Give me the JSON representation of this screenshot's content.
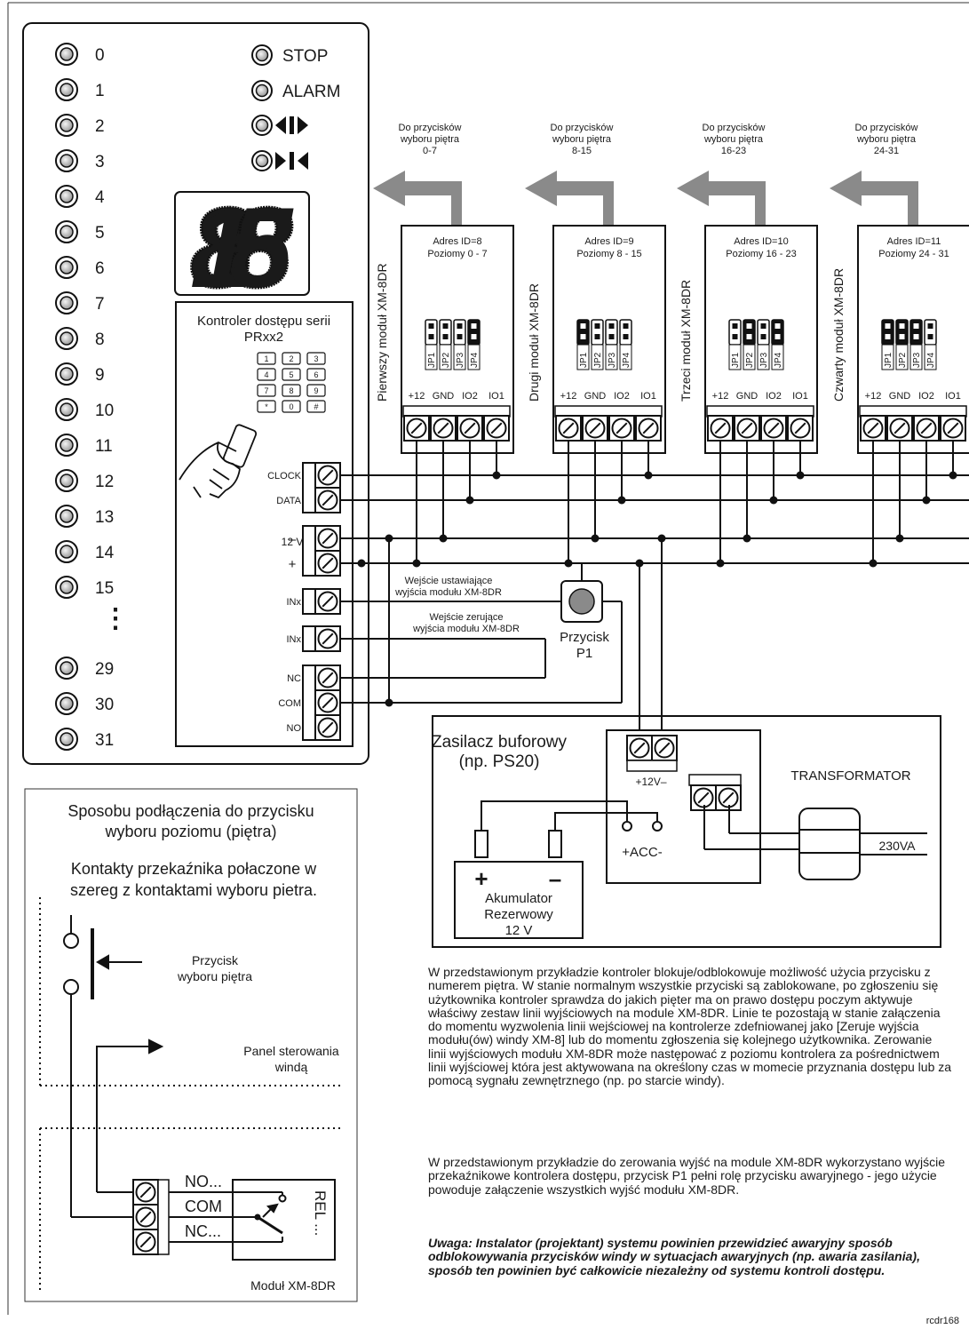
{
  "panel": {
    "floors": [
      "0",
      "1",
      "2",
      "3",
      "4",
      "5",
      "6",
      "7",
      "8",
      "9",
      "10",
      "11",
      "12",
      "13",
      "14",
      "15",
      "29",
      "30",
      "31"
    ],
    "ellipsis": "⋮",
    "stop": "STOP",
    "alarm": "ALARM",
    "display_value": "15"
  },
  "controller": {
    "title_line1": "Kontroler dostępu serii",
    "title_line2": "PRxx2",
    "keys": [
      "1",
      "2",
      "3",
      "4",
      "5",
      "6",
      "7",
      "8",
      "9",
      "*",
      "0",
      "#"
    ],
    "terminals": [
      "CLOCK",
      "DATA",
      "–",
      "12 V",
      "+",
      "INx",
      "INx",
      "NC",
      "COM",
      "NO"
    ]
  },
  "modules": [
    {
      "to_line1": "Do przycisków",
      "to_line2": "wyboru piętra",
      "to_range": "0-7",
      "address": "Adres ID=8",
      "levels": "Poziomy 0 - 7",
      "side_label": "Pierwszy moduł XM-8DR"
    },
    {
      "to_line1": "Do przycisków",
      "to_line2": "wyboru piętra",
      "to_range": "8-15",
      "address": "Adres ID=9",
      "levels": "Poziomy 8 - 15",
      "side_label": "Drugi moduł XM-8DR"
    },
    {
      "to_line1": "Do przycisków",
      "to_line2": "wyboru piętra",
      "to_range": "16-23",
      "address": "Adres ID=10",
      "levels": "Poziomy 16 - 23",
      "side_label": "Trzeci moduł XM-8DR"
    },
    {
      "to_line1": "Do przycisków",
      "to_line2": "wyboru piętra",
      "to_range": "24-31",
      "address": "Adres ID=11",
      "levels": "Poziomy 24 - 31",
      "side_label": "Czwarty moduł XM-8DR"
    }
  ],
  "module_common": {
    "jumpers": [
      "JP1",
      "JP2",
      "JP3",
      "JP4"
    ],
    "terminals": [
      "+12",
      "GND",
      "IO2",
      "IO1"
    ]
  },
  "wiring": {
    "set_input_line1": "Wejście ustawiające",
    "set_input_line2": "wyjścia modułu XM-8DR",
    "reset_input_line1": "Wejście zerujące",
    "reset_input_line2": "wyjścia modułu XM-8DR",
    "button_line1": "Przycisk",
    "button_line2": "P1"
  },
  "psu": {
    "title_line1": "Zasilacz buforowy",
    "title_line2": "(np. PS20)",
    "terminal_label": "+12V–",
    "transformer": "TRANSFORMATOR",
    "mains": "230VA",
    "acc": "+ACC-",
    "plus": "+",
    "minus": "–",
    "battery_line1": "Akumulator",
    "battery_line2": "Rezerwowy",
    "battery_line3": "12 V"
  },
  "inset": {
    "title_line1": "Sposobu podłączenia do przycisku",
    "title_line2": "wyboru poziomu (piętra)",
    "sub_line1": "Kontakty przekaźnika połaczone w",
    "sub_line2": "szereg z kontaktami wyboru pietra.",
    "button_line1": "Przycisk",
    "button_line2": "wyboru piętra",
    "panel_line1": "Panel sterowania",
    "panel_line2": "windą",
    "no": "NO...",
    "com": "COM",
    "nc": "NC...",
    "rel": "REL ...",
    "module": "Moduł XM-8DR"
  },
  "description": {
    "p1": "W przedstawionym przykładzie kontroler blokuje/odblokowuje możliwość użycia przycisku z numerem piętra. W stanie normalnym wszystkie przyciski są zablokowane, po zgłoszeniu się użytkownika kontroler sprawdza do jakich pięter ma on prawo dostępu poczym aktywuje właściwy zestaw linii wyjściowych na module XM-8DR. Linie te pozostają w stanie załączenia do momentu wyzwolenia linii wejściowej na kontrolerze zdefniowanej jako [Zeruje wyjścia modułu(ów) windy XM-8] lub do momentu zgłoszenia się kolejnego użytkownika.  Zerowanie linii wyjściowych modułu XM-8DR może następować z poziomu kontrolera za pośrednictwem linii  wyjściowej która jest aktywowana na określony czas w momecie przyznania dostępu lub za pomocą sygnału zewnętrznego (np. po starcie windy).",
    "p2": "W przedstawionym przykładzie do zerowania wyjść na module XM-8DR wykorzystano wyjście przekaźnikowe kontrolera dostępu, przycisk P1 pełni rolę przycisku awaryjnego - jego użycie powoduje załączenie wszystkich wyjść modułu XM-8DR.",
    "warning": "Uwaga: Instalator (projektant) systemu powinien  przewidzieć awaryjny sposób odblokowywania przycisków windy w sytuacjach awaryjnych (np. awaria zasilania), sposób ten powinien być całkowicie niezależny od systemu kontroli dostępu."
  },
  "footer_code": "rcdr168"
}
